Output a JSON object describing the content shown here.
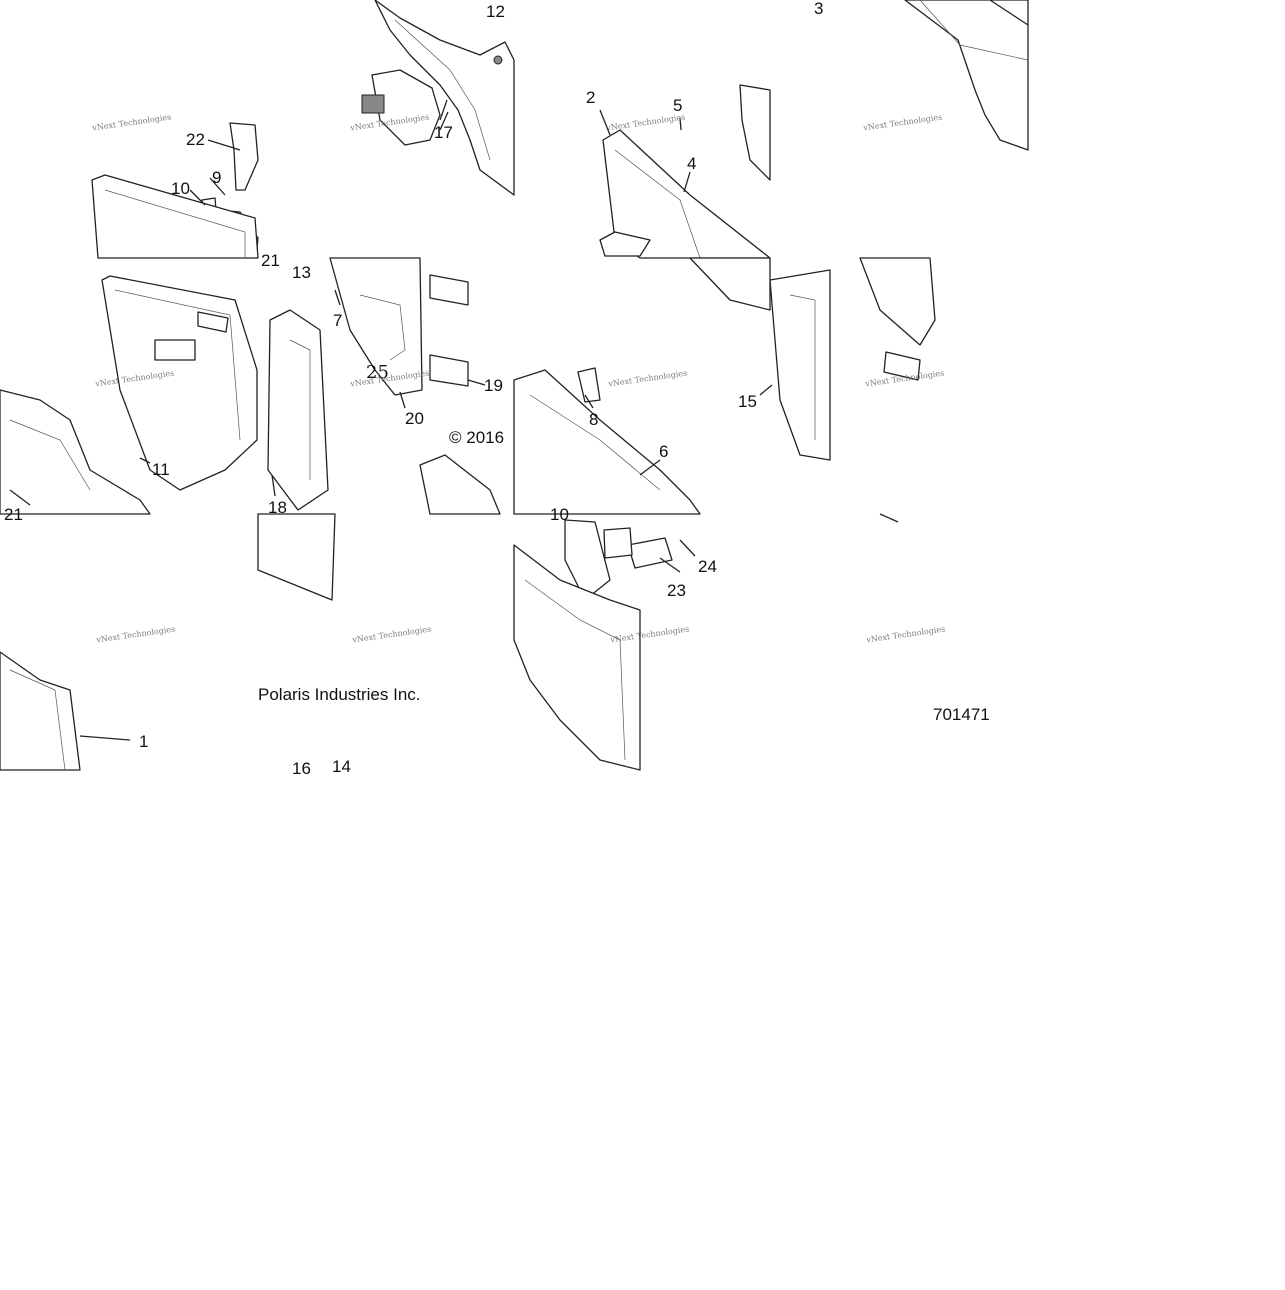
{
  "callouts": [
    {
      "id": "1",
      "label": "1"
    },
    {
      "id": "2",
      "label": "2"
    },
    {
      "id": "3",
      "label": "3"
    },
    {
      "id": "4",
      "label": "4"
    },
    {
      "id": "5",
      "label": "5"
    },
    {
      "id": "6",
      "label": "6"
    },
    {
      "id": "7",
      "label": "7"
    },
    {
      "id": "8",
      "label": "8"
    },
    {
      "id": "9",
      "label": "9"
    },
    {
      "id": "10",
      "label": "10"
    },
    {
      "id": "11",
      "label": "11"
    },
    {
      "id": "12",
      "label": "12"
    },
    {
      "id": "13",
      "label": "13"
    },
    {
      "id": "14",
      "label": "14"
    },
    {
      "id": "15",
      "label": "15"
    },
    {
      "id": "16",
      "label": "16"
    },
    {
      "id": "17",
      "label": "17"
    },
    {
      "id": "18",
      "label": "18"
    },
    {
      "id": "19",
      "label": "19"
    },
    {
      "id": "20",
      "label": "20"
    },
    {
      "id": "21a",
      "label": "21"
    },
    {
      "id": "21b",
      "label": "21"
    },
    {
      "id": "22",
      "label": "22"
    },
    {
      "id": "23",
      "label": "23"
    },
    {
      "id": "24",
      "label": "24"
    },
    {
      "id": "25",
      "label": "25"
    },
    {
      "id": "10b",
      "label": "10"
    }
  ],
  "copyright": "© 2016",
  "company": "Polaris Industries Inc.",
  "drawing_number": "701471",
  "watermark": "vNext Technologies"
}
